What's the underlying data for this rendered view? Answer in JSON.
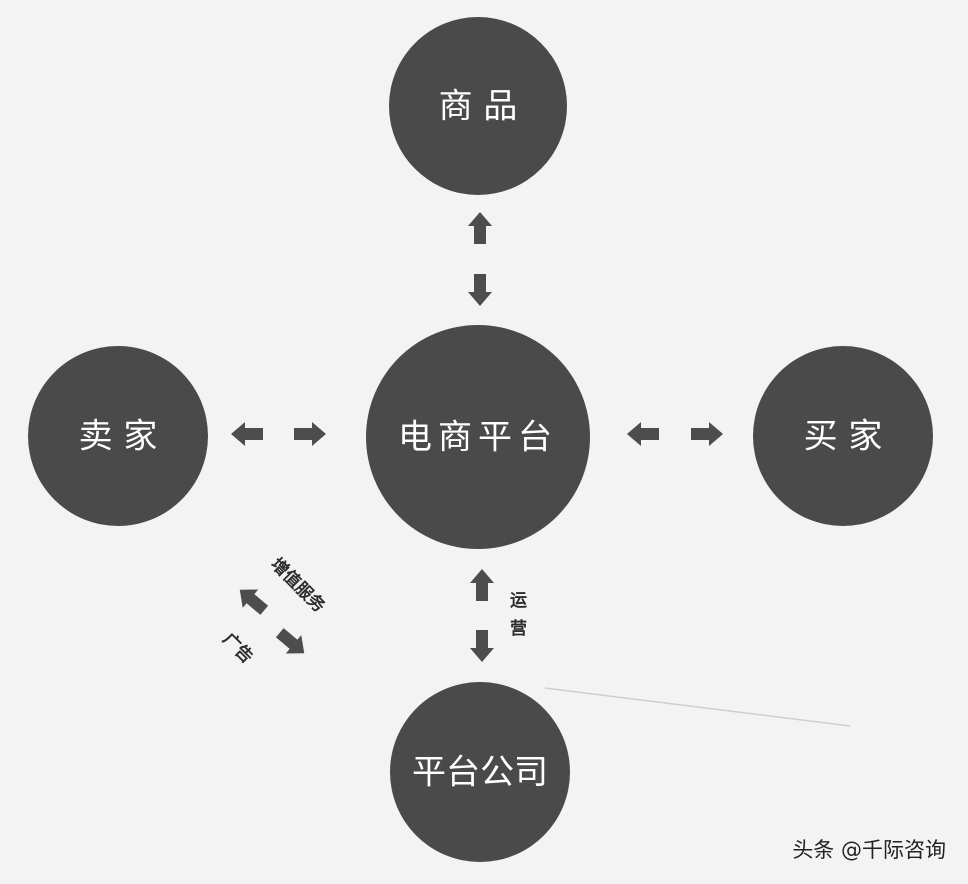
{
  "nodes": {
    "goods": "商 品",
    "seller": "卖 家",
    "platform": "电商平台",
    "buyer": "买 家",
    "company": "平台公司"
  },
  "edge_labels": {
    "operation": "运营",
    "value_added": "增值服务",
    "advertising": "广告"
  },
  "watermark": "头条 @千际咨询",
  "colors": {
    "background": "#f3f3f3",
    "node_fill": "#4a4a4a",
    "arrow": "#4d4d4d",
    "node_text": "#ffffff"
  }
}
